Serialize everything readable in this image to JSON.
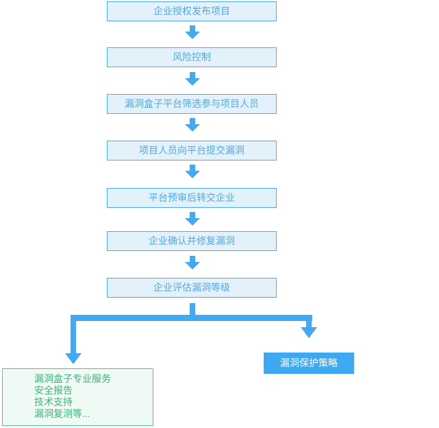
{
  "flowchart": {
    "steps": [
      {
        "label": "企业授权发布项目"
      },
      {
        "label": "风险控制"
      },
      {
        "label": "漏洞盒子平台筛选参与项目人员"
      },
      {
        "label": "项目人员向平台提交漏洞"
      },
      {
        "label": "平台预审后转交企业"
      },
      {
        "label": "企业确认并修复漏洞"
      },
      {
        "label": "企业评估漏洞等级"
      }
    ],
    "branch_left": {
      "lines": [
        "漏洞盒子专业服务",
        "安全报告",
        "技术支持",
        "漏洞复测等..."
      ]
    },
    "branch_right": {
      "label": "漏洞保护策略"
    },
    "colors": {
      "step_border": "#4aabec",
      "step_fill": "#e3f1fb",
      "step_text": "#51a9e3",
      "arrow_blue": "#41aaf0",
      "solid_box_fill": "#3ea9f0",
      "solid_box_text": "#ffffff",
      "services_border": "#58bd92",
      "services_fill": "#f0faf4",
      "services_text": "#3db183"
    }
  }
}
